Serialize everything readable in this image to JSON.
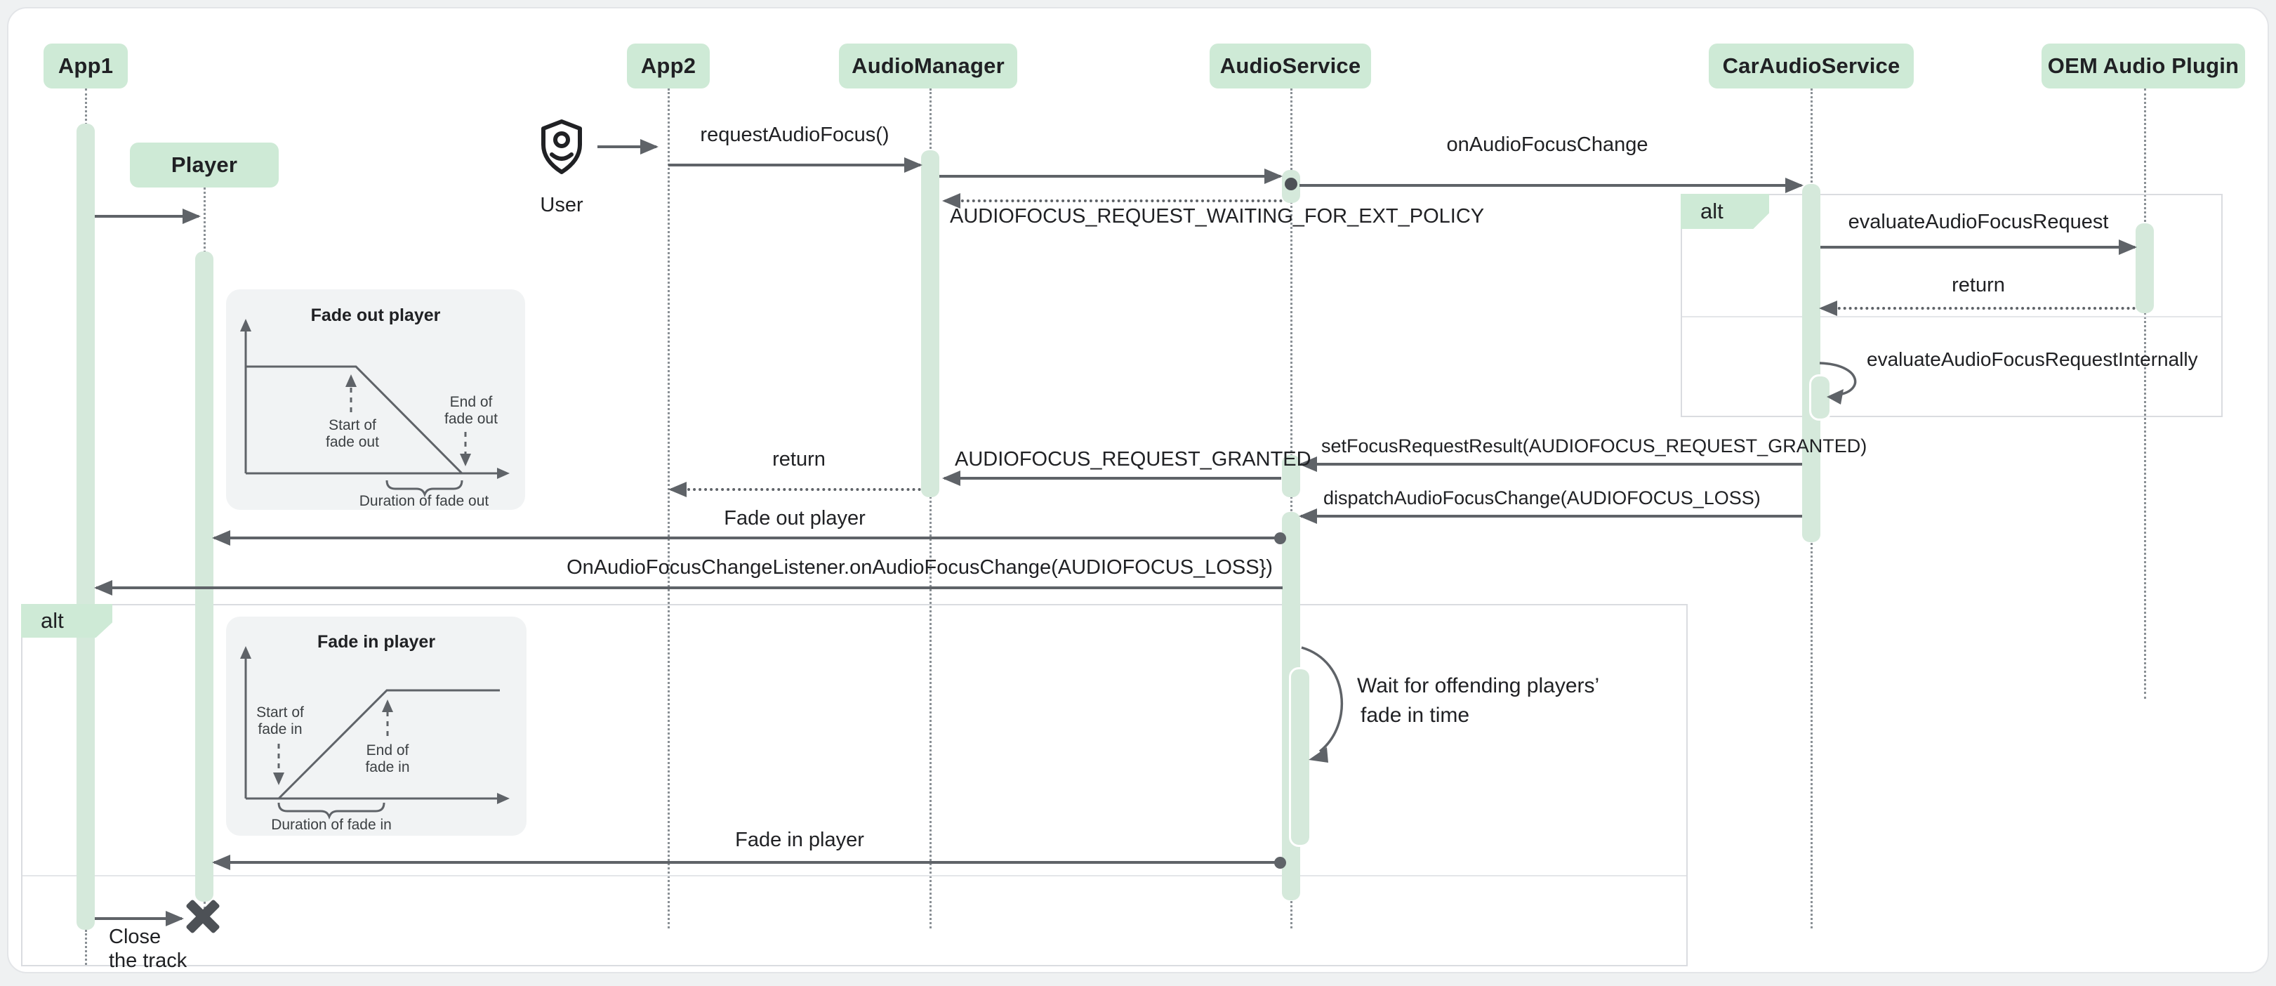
{
  "diagram_type": "uml-sequence",
  "participants": [
    {
      "label": "App1"
    },
    {
      "label": "Player"
    },
    {
      "label": "App2"
    },
    {
      "label": "AudioManager"
    },
    {
      "label": "AudioService"
    },
    {
      "label": "CarAudioService"
    },
    {
      "label": "OEM Audio Plugin"
    }
  ],
  "actor": {
    "label": "User",
    "icon": "shield-person-icon"
  },
  "fragments": [
    {
      "operator": "alt",
      "position": "top-right"
    },
    {
      "operator": "alt",
      "position": "bottom-left"
    }
  ],
  "messages": {
    "request_audio_focus": "requestAudioFocus()",
    "on_audio_focus_change": "onAudioFocusChange",
    "waiting": "AUDIOFOCUS_REQUEST_WAITING_FOR_EXT_POLICY",
    "evaluate": "evaluateAudioFocusRequest",
    "return_oem": "return",
    "evaluate_internal": "evaluateAudioFocusRequestInternally",
    "set_focus_result": "setFocusRequestResult(AUDIOFOCUS_REQUEST_GRANTED)",
    "granted": "AUDIOFOCUS_REQUEST_GRANTED",
    "return_app2": "return",
    "dispatch": "dispatchAudioFocusChange(AUDIOFOCUS_LOSS)",
    "fade_out_player": "Fade out player",
    "listener_loss": "OnAudioFocusChangeListener.onAudioFocusChange(AUDIOFOCUS_LOSS})",
    "wait_note_line1": "Wait for offending players’",
    "wait_note_line2": "fade in time",
    "fade_in_player": "Fade in player",
    "close_line1": "Close",
    "close_line2": "the track"
  },
  "insets": {
    "fade_out": {
      "title": "Fade out player",
      "start_lines": [
        "Start of",
        "fade out"
      ],
      "end_lines": [
        "End of",
        "fade out"
      ],
      "duration": "Duration of fade out",
      "curve": "flat-then-declining-to-zero"
    },
    "fade_in": {
      "title": "Fade in player",
      "start_lines": [
        "Start of",
        "fade in"
      ],
      "end_lines": [
        "End of",
        "fade in"
      ],
      "duration": "Duration of fade in",
      "curve": "zero-then-rising-to-flat"
    }
  },
  "colors": {
    "participant_fill": "#ceead6",
    "activation_fill": "#d5e9db",
    "arrow": "#5f6368",
    "text": "#202124",
    "frame_border": "#dadce0",
    "inset_background": "#f1f3f4",
    "lifeline": "#8a9095",
    "page_background": "#eff1f2",
    "card_background": "#ffffff"
  }
}
